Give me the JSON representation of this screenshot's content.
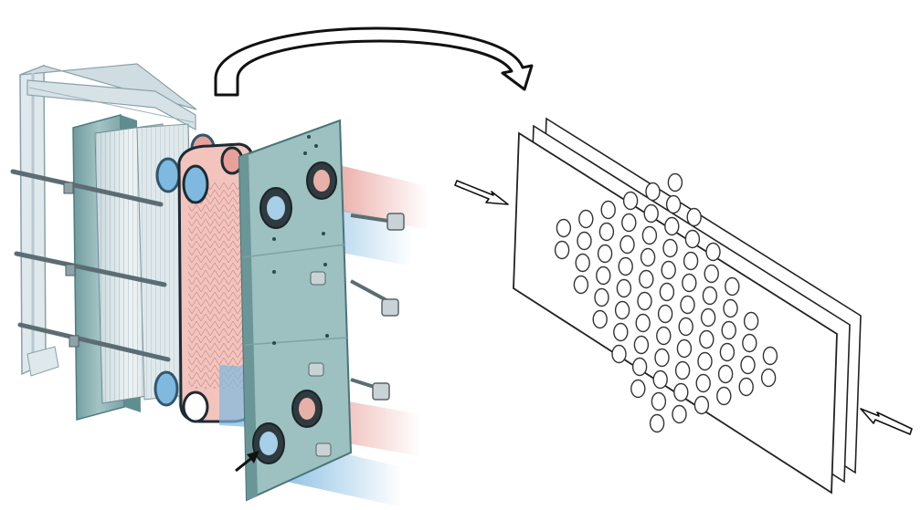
{
  "figure": {
    "left_image": "plate-heat-exchanger-cutaway",
    "right_image": "perforated-plate-stack",
    "plate_count": 3,
    "hole_rows": [
      2,
      4,
      6,
      8,
      10,
      12,
      10,
      8,
      6,
      4,
      2
    ],
    "colors": {
      "frame": "#8fb3b4",
      "frame_dark": "#5f8e90",
      "rail": "#c9d7dd",
      "hot_stream": "#e8a09a",
      "cold_stream": "#7fb9e0",
      "plate_fill": "#ffffff",
      "plate_stroke": "#222222"
    }
  }
}
